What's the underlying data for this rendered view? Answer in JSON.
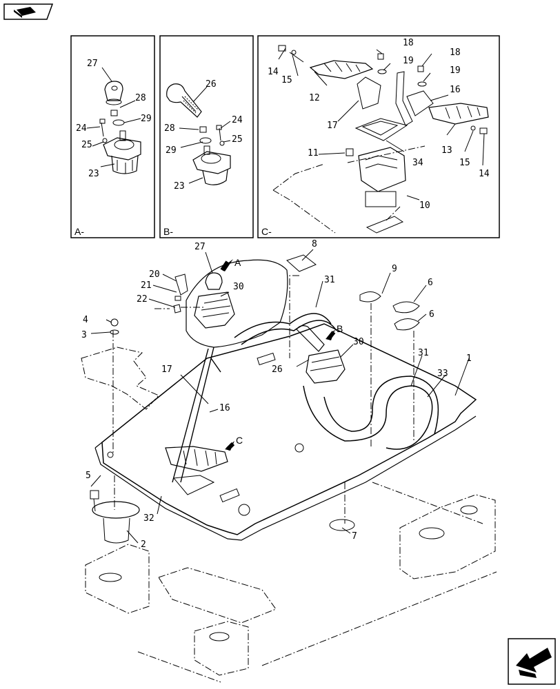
{
  "diagram": {
    "panels": [
      {
        "id": "A",
        "label": "A-"
      },
      {
        "id": "B",
        "label": "B-"
      },
      {
        "id": "C",
        "label": "C-"
      }
    ],
    "view_markers": [
      "A",
      "B",
      "C"
    ],
    "callouts": {
      "a27": "27",
      "a28": "28",
      "a29": "29",
      "a24": "24",
      "a25": "25",
      "a23": "23",
      "b26": "26",
      "b24": "24",
      "b28": "28",
      "b25": "25",
      "b29": "29",
      "b23": "23",
      "c18a": "18",
      "c19a": "19",
      "c18b": "18",
      "c19b": "19",
      "c16": "16",
      "c14a": "14",
      "c15a": "15",
      "c12": "12",
      "c17": "17",
      "c11": "11",
      "c34": "34",
      "c13": "13",
      "c15b": "15",
      "c14b": "14",
      "c10": "10",
      "m27": "27",
      "m8": "8",
      "m20": "20",
      "m21": "21",
      "m22": "22",
      "m30a": "30",
      "m31a": "31",
      "m9": "9",
      "m6a": "6",
      "m6b": "6",
      "m4": "4",
      "m3": "3",
      "m17": "17",
      "m16": "16",
      "m26": "26",
      "m30b": "30",
      "m31b": "31",
      "m33": "33",
      "m1": "1",
      "m5": "5",
      "m32": "32",
      "m2": "2",
      "m7": "7"
    }
  }
}
